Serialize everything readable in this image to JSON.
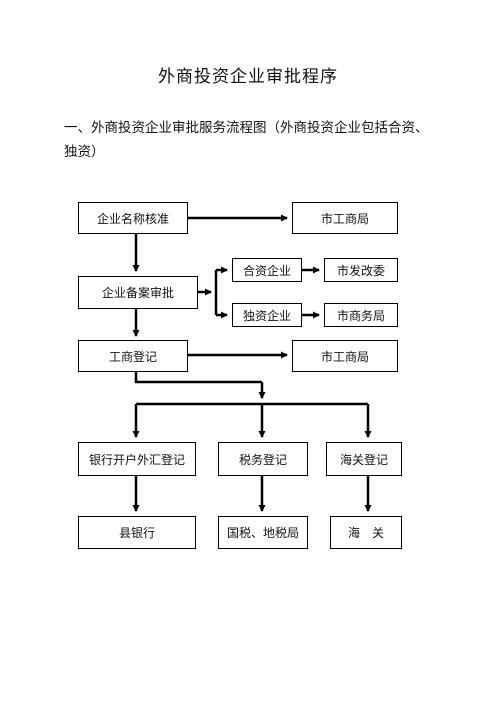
{
  "title": "外商投资企业审批程序",
  "subtitle": "一、外商投资企业审批服务流程图（外商投资企业包括合资、独资）",
  "nodes": {
    "name_approval": "企业名称核准",
    "aic_top": "市工商局",
    "filing_review": "企业备案审批",
    "joint_venture": "合资企业",
    "ndrc": "市发改委",
    "sole_venture": "独资企业",
    "commerce_bureau": "市商务局",
    "business_registration": "工商登记",
    "aic_mid": "市工商局",
    "bank_forex": "银行开户外汇登记",
    "tax_registration": "税务登记",
    "customs_registration": "海关登记",
    "county_bank": "县银行",
    "tax_bureaus": "国税、地税局",
    "customs": "海　关"
  }
}
